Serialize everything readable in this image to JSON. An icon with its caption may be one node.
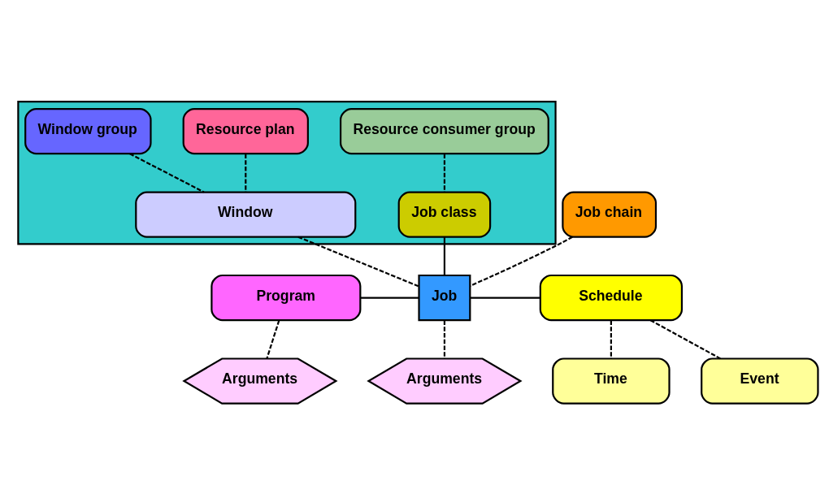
{
  "diagram": {
    "nodes": [
      {
        "text": [],
        "shape": "box"
      },
      {
        "text": [
          "Resource consumer group"
        ],
        "in": 0
      },
      {
        "text": [
          "Resource plan"
        ],
        "in": 0
      },
      {
        "text": [
          "Window group"
        ],
        "in": 0
      },
      {
        "text": [
          "Job class"
        ],
        "in": 0
      },
      {
        "text": [
          "Window"
        ],
        "in": 0
      },
      {
        "text": [
          "Job chain"
        ]
      },
      {
        "text": [
          "Program"
        ]
      },
      {
        "text": [
          "Job"
        ]
      },
      {
        "text": [
          "Schedule"
        ]
      },
      {
        "text": [
          "Arguments"
        ]
      },
      {
        "text": [
          "Arguments"
        ]
      },
      {
        "text": [
          "Time"
        ]
      },
      {
        "text": [
          "Event"
        ]
      }
    ],
    "edges": [
      {
        "from": 1,
        "to": 4,
        "arrow": "none",
        "style": "dashed"
      },
      {
        "from": 2,
        "to": 5,
        "arrow": "none",
        "style": "dashed"
      },
      {
        "from": 3,
        "to": 5,
        "arrow": "none",
        "style": "dashed"
      },
      {
        "from": 6,
        "to": 8,
        "arrow": "none",
        "style": "dashed"
      },
      {
        "from": 4,
        "to": 8,
        "arrow": "none"
      },
      {
        "from": 5,
        "to": 8,
        "arrow": "none",
        "style": "dashed"
      },
      {
        "from": 7,
        "to": 8,
        "arrow": "none"
      },
      {
        "from": 8,
        "to": 9,
        "arrow": "none"
      },
      {
        "from": 7,
        "to": 10,
        "arrow": "none",
        "style": "dashed"
      },
      {
        "from": 8,
        "to": 11,
        "arrow": "none",
        "style": "dashed"
      },
      {
        "from": 9,
        "to": 12,
        "arrow": "none",
        "style": "dashed"
      },
      {
        "from": 9,
        "to": 13,
        "arrow": "none",
        "style": "dashed"
      }
    ]
  }
}
